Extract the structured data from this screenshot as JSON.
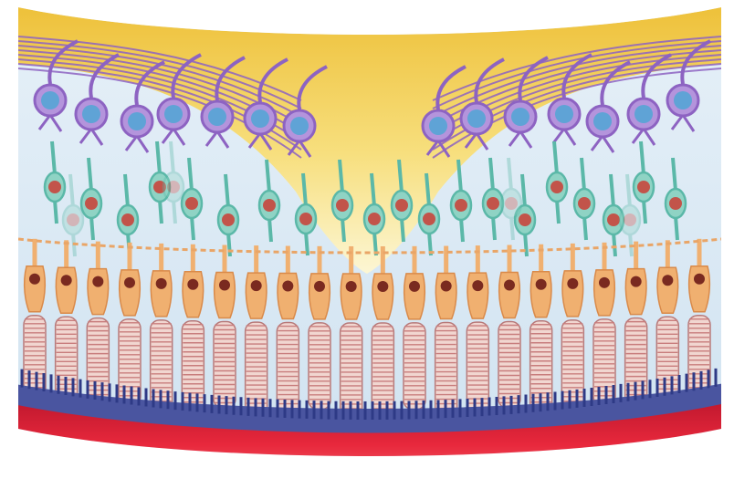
{
  "figure": {
    "subject": "retina-cross-section-illustration",
    "colors": {
      "background": "#ffffff",
      "fovea_gold": "#f2c94c",
      "fovea_pale": "#fbf3c8",
      "ganglion_purple": "#8d63c2",
      "ganglion_nucleus": "#5fa3d6",
      "bipolar_teal": "#5bb8a8",
      "bipolar_nucleus": "#c2544a",
      "photoreceptor_orange": "#f0b070",
      "outer_segment_stripe": "#c87d7d",
      "pigment_epithelium": "#4a55a0",
      "choroid_red": "#e0283a",
      "fluid_blue": "#dcecf6"
    },
    "ganglion_count": 14,
    "bipolar_count": 24,
    "photoreceptor_count": 22
  }
}
